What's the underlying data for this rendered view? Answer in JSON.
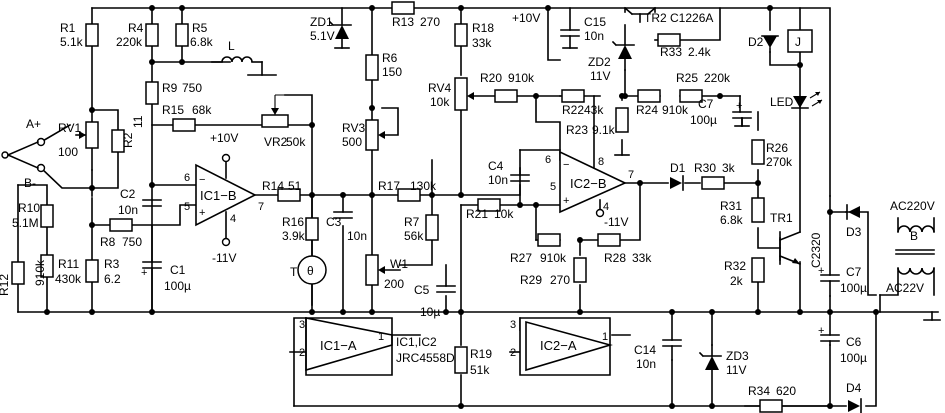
{
  "parts": {
    "R1": {
      "ref": "R1",
      "val": "5.1k"
    },
    "R2": {
      "ref": "R2",
      "val": "11"
    },
    "R3": {
      "ref": "R3",
      "val": "6.2"
    },
    "R4": {
      "ref": "R4",
      "val": "220k"
    },
    "R5": {
      "ref": "R5",
      "val": "6.8k"
    },
    "R6": {
      "ref": "R6",
      "val": "150"
    },
    "R7": {
      "ref": "R7",
      "val": "56k"
    },
    "R8": {
      "ref": "R8",
      "val": "750"
    },
    "R9": {
      "ref": "R9",
      "val": "750"
    },
    "R10": {
      "ref": "R10",
      "val": "5.1M"
    },
    "R11": {
      "ref": "R11",
      "val": "430k"
    },
    "R12": {
      "ref": "R12",
      "val": "910k"
    },
    "R13": {
      "ref": "R13",
      "val": "270"
    },
    "R14": {
      "ref": "R14",
      "val": "51"
    },
    "R15": {
      "ref": "R15",
      "val": "68k"
    },
    "R16": {
      "ref": "R16",
      "val": "3.9k"
    },
    "R17": {
      "ref": "R17",
      "val": "130k"
    },
    "R18": {
      "ref": "R18",
      "val": "33k"
    },
    "R19": {
      "ref": "R19",
      "val": "51k"
    },
    "R20": {
      "ref": "R20",
      "val": "910k"
    },
    "R21": {
      "ref": "R21",
      "val": "10k"
    },
    "R22": {
      "ref": "R22",
      "val": "43k"
    },
    "R23": {
      "ref": "R23",
      "val": "9.1k"
    },
    "R24": {
      "ref": "R24",
      "val": "910k"
    },
    "R25": {
      "ref": "R25",
      "val": "220k"
    },
    "R26": {
      "ref": "R26",
      "val": "270k"
    },
    "R27": {
      "ref": "R27",
      "val": "910k"
    },
    "R28": {
      "ref": "R28",
      "val": "33k"
    },
    "R29": {
      "ref": "R29",
      "val": "270"
    },
    "R30": {
      "ref": "R30",
      "val": "3k"
    },
    "R31": {
      "ref": "R31",
      "val": "6.8k"
    },
    "R32": {
      "ref": "R32",
      "val": "2k"
    },
    "R33": {
      "ref": "R33",
      "val": "2.4k"
    },
    "R34": {
      "ref": "R34",
      "val": "620"
    },
    "RV1": {
      "ref": "RV1",
      "val": "100"
    },
    "RV3": {
      "ref": "RV3",
      "val": "500"
    },
    "RV4": {
      "ref": "RV4",
      "val": "10k"
    },
    "VR2": {
      "ref": "VR2",
      "val": "50k"
    },
    "W1": {
      "ref": "W1",
      "val": "200"
    },
    "C1": {
      "ref": "C1",
      "val": "100µ"
    },
    "C2": {
      "ref": "C2",
      "val": "10n"
    },
    "C3": {
      "ref": "C3",
      "val": "10n"
    },
    "C4": {
      "ref": "C4",
      "val": "10n"
    },
    "C5": {
      "ref": "C5",
      "val": "10µ"
    },
    "C6": {
      "ref": "C6",
      "val": "100µ"
    },
    "C7a": {
      "ref": "C7",
      "val": "100µ"
    },
    "C7b": {
      "ref": "C7",
      "val": "100µ"
    },
    "C14": {
      "ref": "C14",
      "val": "10n"
    },
    "C15": {
      "ref": "C15",
      "val": "10n"
    },
    "C2320": {
      "ref": "C2320"
    },
    "ZD1": {
      "ref": "ZD1",
      "val": "5.1V"
    },
    "ZD2": {
      "ref": "ZD2",
      "val": "11V"
    },
    "ZD3": {
      "ref": "ZD3",
      "val": "11V"
    },
    "D1": {
      "ref": "D1"
    },
    "D2": {
      "ref": "D2"
    },
    "D3": {
      "ref": "D3"
    },
    "D4": {
      "ref": "D4"
    },
    "TR1": {
      "ref": "TR1"
    },
    "TR2": {
      "ref": "TR2",
      "val": "C1226A"
    },
    "L": {
      "ref": "L"
    },
    "J": {
      "ref": "J"
    },
    "LED": {
      "ref": "LED"
    },
    "T": {
      "ref": "T",
      "sym": "θ"
    },
    "B": {
      "ref": "B"
    }
  },
  "ics": {
    "ic1b": {
      "label": "IC1−B",
      "pin_inv": "6",
      "pin_noninv": "5",
      "pin_out": "7",
      "pin_pwr": "4"
    },
    "ic2b": {
      "label": "IC2−B",
      "pin_inv": "6",
      "pin_noninv": "5",
      "pin_out": "7",
      "pin_vcc": "8",
      "pin_pwr": "4"
    },
    "ic1a": {
      "label": "IC1−A",
      "pin_inv": "2",
      "pin_noninv": "3",
      "pin_out": "1"
    },
    "ic2a": {
      "label": "IC2−A",
      "pin_inv": "2",
      "pin_noninv": "3",
      "pin_out": "1"
    },
    "note_line1": "IC1,IC2",
    "note_line2": "JRC4558D",
    "sign_minus": "−",
    "sign_plus": "+"
  },
  "rails": {
    "pos_ic1": "+10V",
    "neg_ic1": "-11V",
    "neg_ic2": "-11V",
    "pos_top": "+10V"
  },
  "terminals": {
    "a_plus": "A+",
    "b_minus": "B-",
    "ac220": "AC220V",
    "ac22": "AC22V"
  }
}
